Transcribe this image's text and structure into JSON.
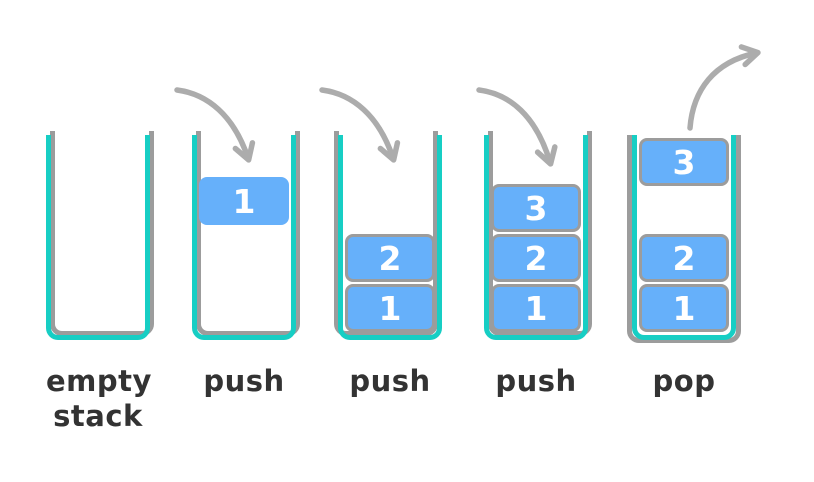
{
  "diagram": {
    "description": "stack push and pop operations",
    "colors": {
      "container_teal": "#17CEC4",
      "container_shadow_gray": "#9C9C9C",
      "block_fill_blue": "#66B0FA",
      "block_border_gray": "#9C9C9C",
      "block_text": "#FFFFFF",
      "arrow_gray": "#ACACAC",
      "label_text": "#333333",
      "background": "#FFFFFF"
    },
    "containers": [
      {
        "id": "empty-stack",
        "label_line1": "empty",
        "label_line2": "stack",
        "blocks": []
      },
      {
        "id": "push-first",
        "label_line1": "push",
        "label_line2": "",
        "blocks": [
          {
            "value": "1",
            "slot": "incoming"
          }
        ]
      },
      {
        "id": "push-second",
        "label_line1": "push",
        "label_line2": "",
        "blocks": [
          {
            "value": "2",
            "slot": "level-2"
          },
          {
            "value": "1",
            "slot": "level-1"
          }
        ]
      },
      {
        "id": "push-third",
        "label_line1": "push",
        "label_line2": "",
        "blocks": [
          {
            "value": "3",
            "slot": "level-3"
          },
          {
            "value": "2",
            "slot": "level-2"
          },
          {
            "value": "1",
            "slot": "level-1"
          }
        ]
      },
      {
        "id": "pop",
        "label_line1": "pop",
        "label_line2": "",
        "blocks": [
          {
            "value": "3",
            "slot": "popping"
          },
          {
            "value": "2",
            "slot": "level-2"
          },
          {
            "value": "1",
            "slot": "level-1"
          }
        ]
      }
    ],
    "arrows": [
      {
        "icon": "curved-arrow-into-stack-icon",
        "over_container": "push-first"
      },
      {
        "icon": "curved-arrow-into-stack-icon",
        "over_container": "push-second"
      },
      {
        "icon": "curved-arrow-into-stack-icon",
        "over_container": "push-third"
      },
      {
        "icon": "curved-arrow-out-of-stack-icon",
        "over_container": "pop"
      }
    ]
  }
}
